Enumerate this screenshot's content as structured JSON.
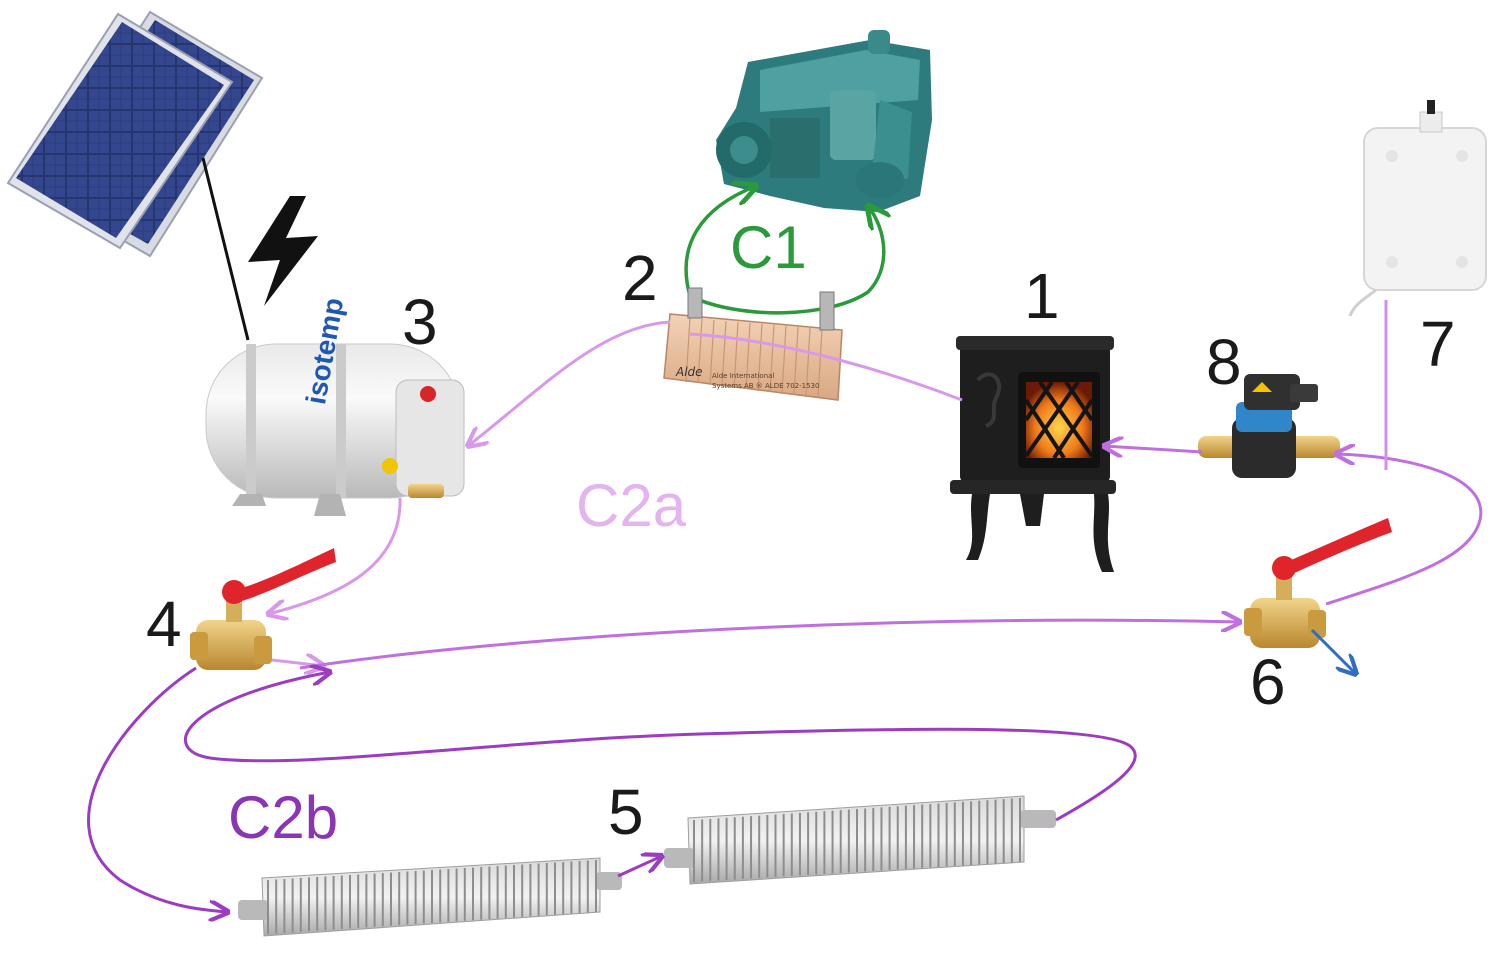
{
  "labels": {
    "stove": "1",
    "heat_exchanger": "2",
    "water_heater": "3",
    "valve_left": "4",
    "radiators": "5",
    "valve_right": "6",
    "expansion_tank": "7",
    "pump": "8"
  },
  "circuits": {
    "c1": {
      "text": "C1",
      "color": "#2a9a3a"
    },
    "c2a": {
      "text": "C2a",
      "color": "#e3b4ee"
    },
    "c2b": {
      "text": "C2b",
      "color": "#8a35b6"
    }
  },
  "heater_brand": "isotemp",
  "exchanger_text": {
    "brand": "Alde",
    "line1": "Alde International",
    "line2": "Systems AB ® ALDE 702-1530"
  },
  "colors": {
    "c1_pipe": "#2a9a3a",
    "c2a_pipe": "#d899ea",
    "c2b_pipe": "#9b3cc3",
    "tank_link": "#d190e6",
    "drain_arrow": "#2f6fc1",
    "valve_handle": "#e0242c",
    "lightning": "#111111"
  },
  "icons": {
    "solar": "solar-panel-icon",
    "lightning": "lightning-bolt-icon",
    "engine": "diesel-engine-icon"
  }
}
